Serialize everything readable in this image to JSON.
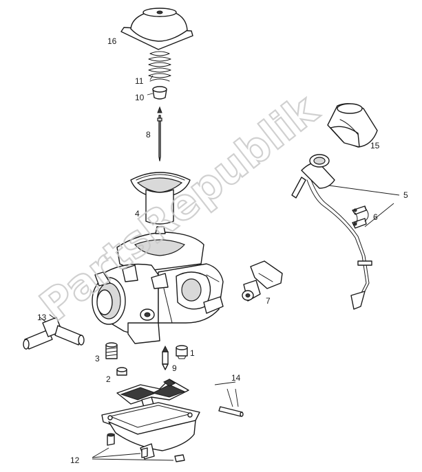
{
  "watermark": "PartsRepublik",
  "callouts": {
    "c1": "1",
    "c2": "2",
    "c3": "3",
    "c4": "4",
    "c5": "5",
    "c6": "6",
    "c7": "7",
    "c8": "8",
    "c9": "9",
    "c10": "10",
    "c11": "11",
    "c12": "12",
    "c13": "13",
    "c14": "14",
    "c15": "15",
    "c16": "16"
  },
  "colors": {
    "line": "#1a1a1a",
    "watermark": "#c8c8c8",
    "background": "#ffffff"
  }
}
